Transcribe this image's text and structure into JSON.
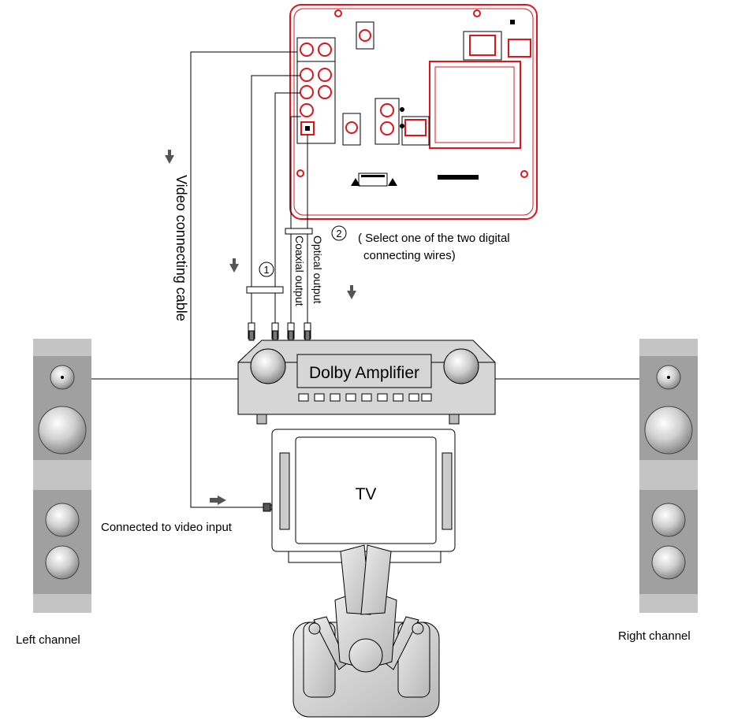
{
  "labels": {
    "video_cable": "Video connecting cable",
    "coaxial_output": "Coaxial output",
    "optical_output": "Optical output",
    "marker_one": "①",
    "marker_two": "②",
    "select_note_line1": "( Select one of the two digital",
    "select_note_line2": "connecting wires)",
    "amplifier": "Dolby Amplifier",
    "tv": "TV",
    "video_input": "Connected to video input",
    "left_channel": "Left channel",
    "right_channel": "Right channel"
  },
  "colors": {
    "player_outline": "#e0141c",
    "speaker_light": "#c4c4c4",
    "speaker_dark": "#a0a0a0",
    "amplifier_body": "#d6d6d6",
    "arrow": "#555555"
  }
}
